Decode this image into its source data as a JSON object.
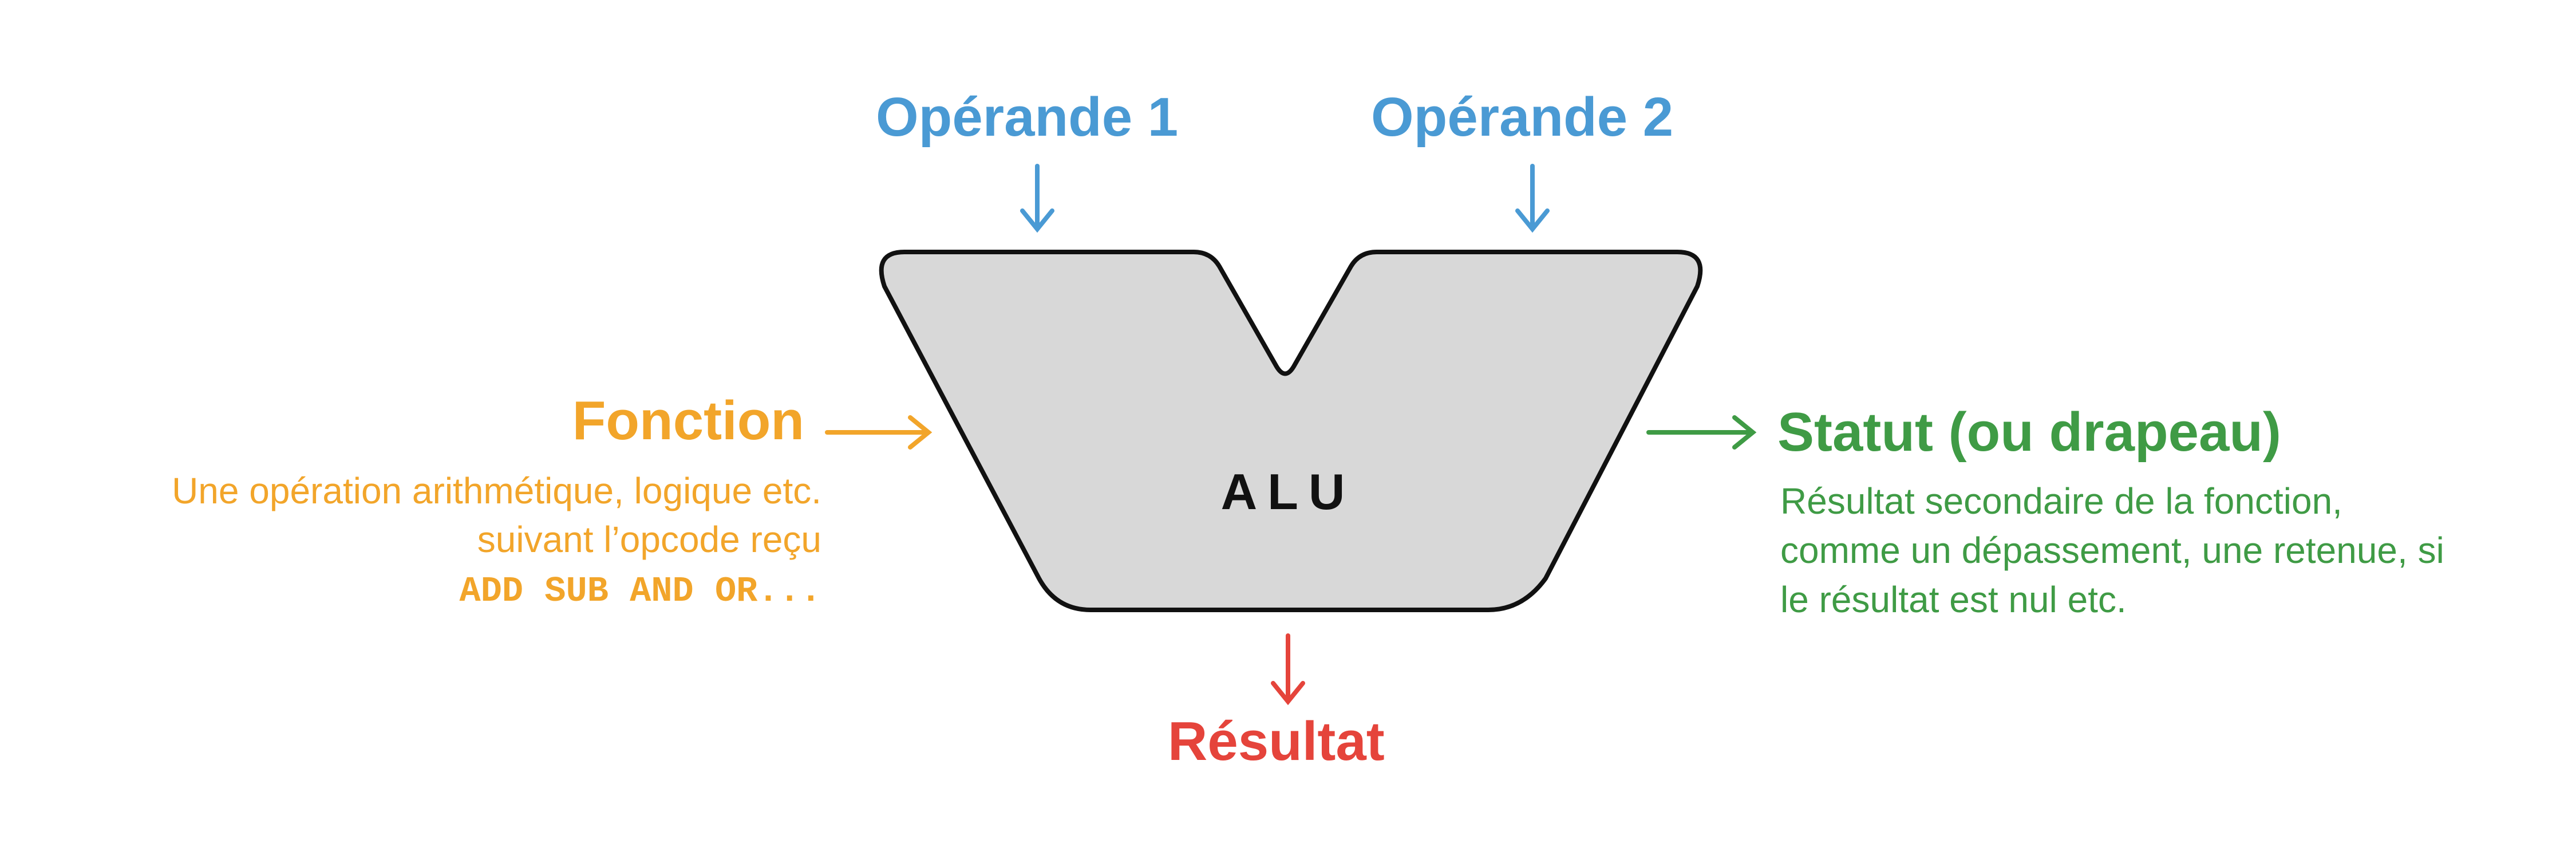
{
  "inputs": {
    "operand1": "Opérande 1",
    "operand2": "Opérande 2"
  },
  "function": {
    "title": "Fonction",
    "description": "Une opération arithmétique, logique etc. suivant l’opcode reçu",
    "opcodes": "ADD SUB AND OR..."
  },
  "status": {
    "title": "Statut (ou drapeau)",
    "description": "Résultat secondaire de la fonction, comme un dépassement, une retenue, si le résultat est nul etc."
  },
  "alu": {
    "label": "ALU"
  },
  "output": {
    "label": "Résultat"
  },
  "colors": {
    "operands": "#4a9ad4",
    "function": "#f2a52a",
    "status": "#3f9b45",
    "result": "#e5443b",
    "alu_fill": "#d8d8d8",
    "alu_stroke": "#111111"
  }
}
